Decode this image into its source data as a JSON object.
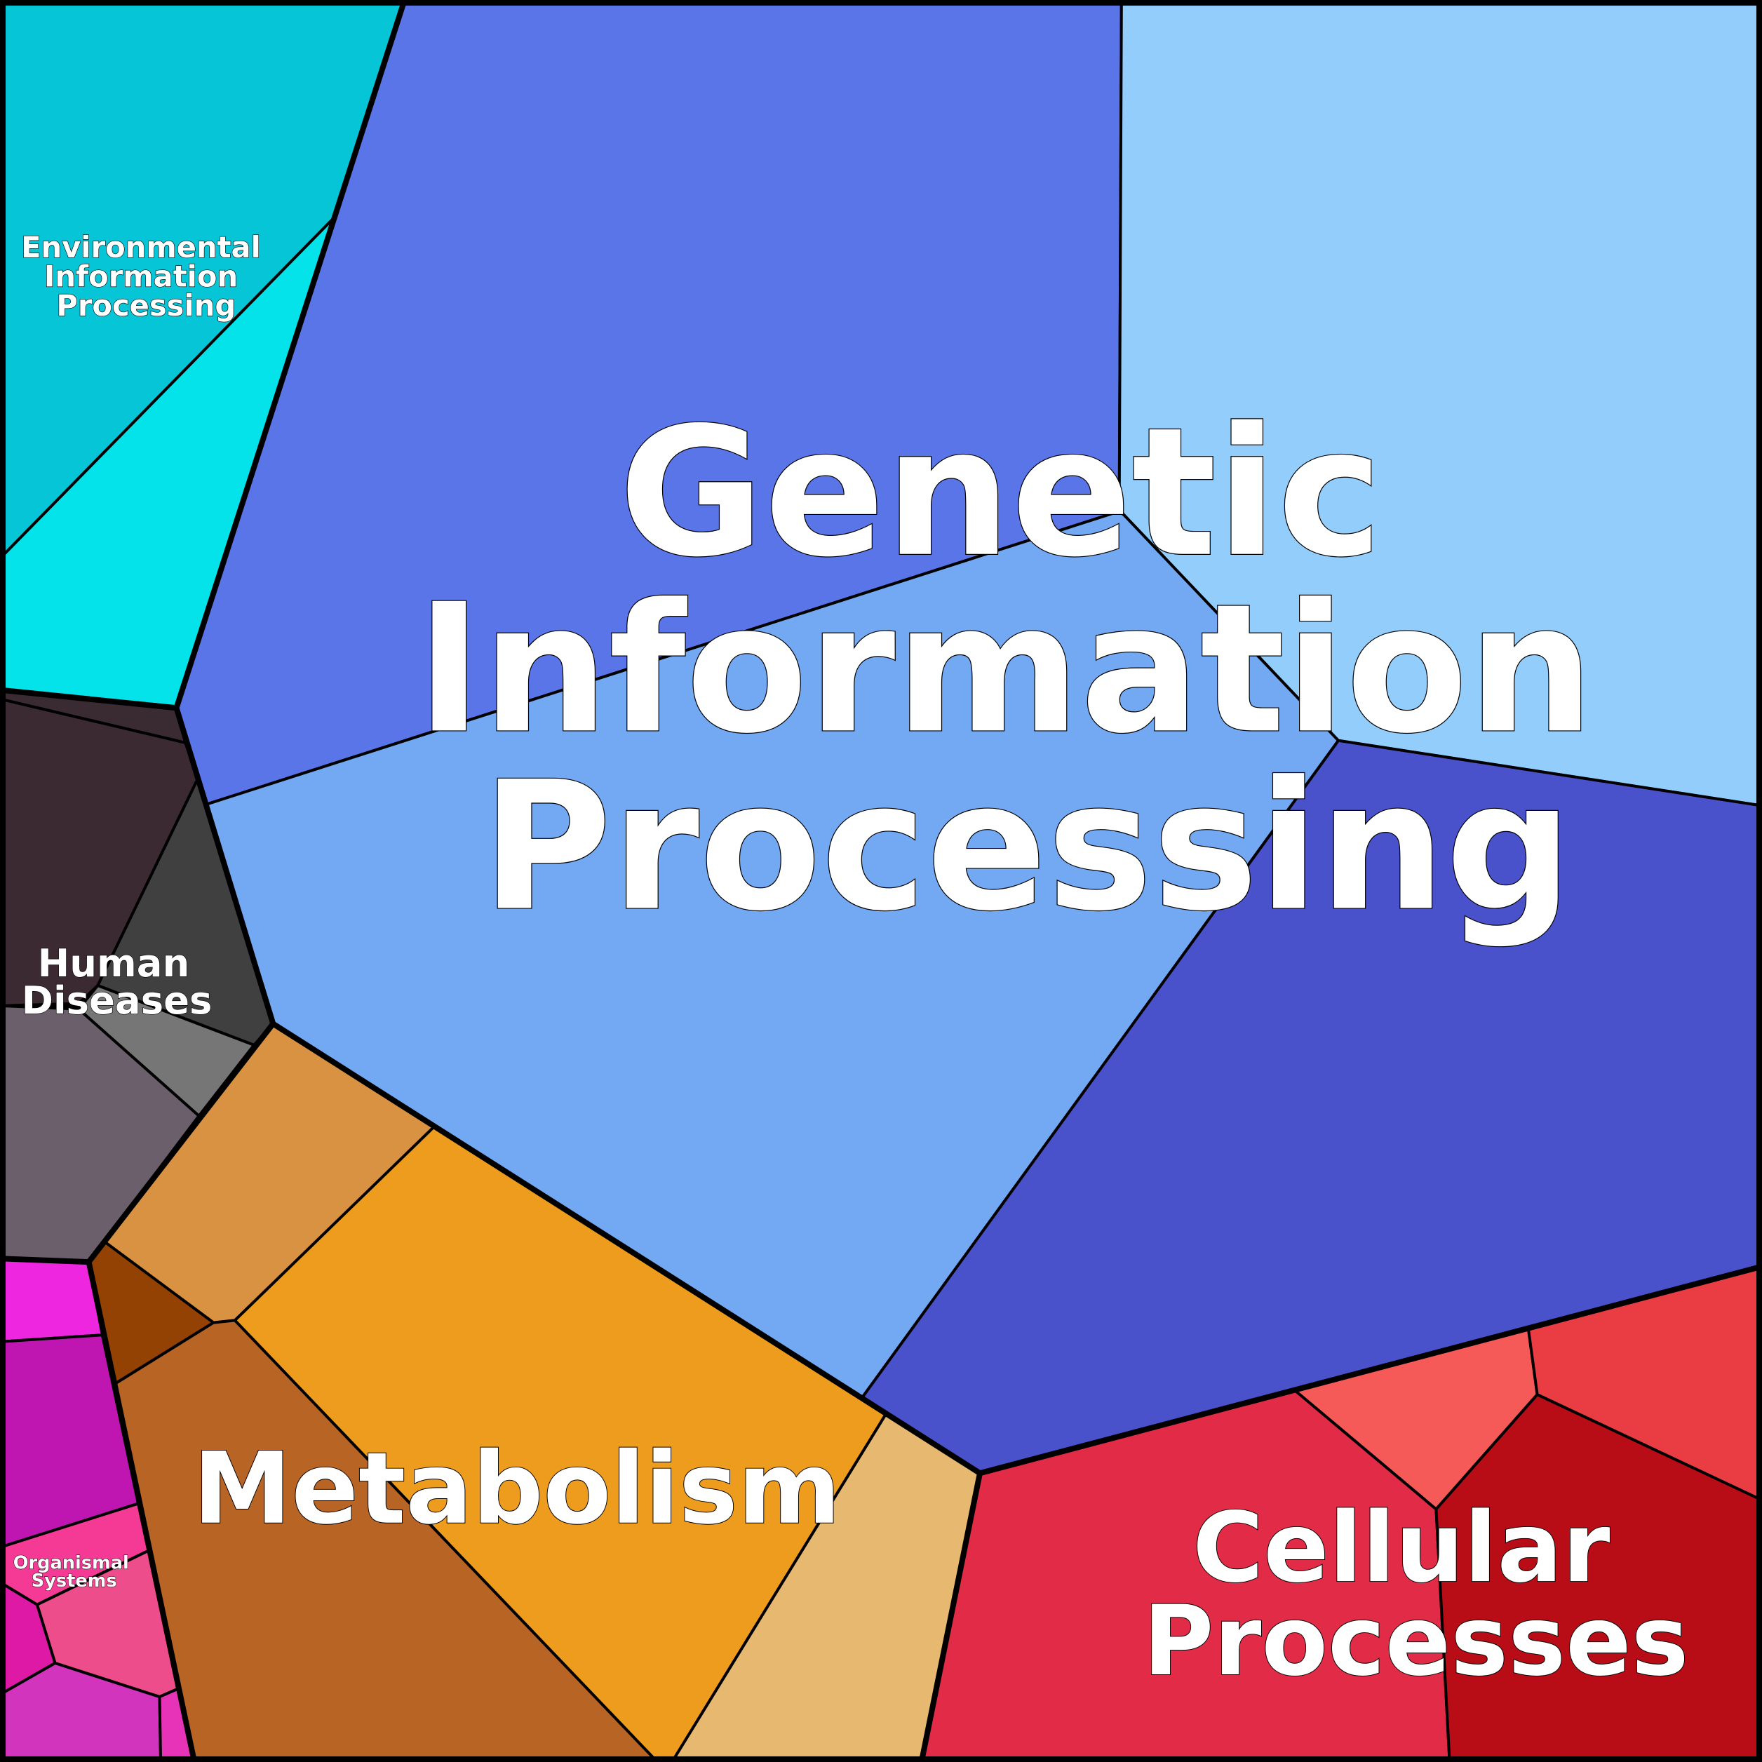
{
  "chart_data": {
    "type": "voronoi-treemap",
    "title": "",
    "groups": [
      {
        "name": "Environmental Information Processing",
        "label_lines": [
          "Environmental",
          "Information",
          "Processing"
        ],
        "colors": [
          "#05c5d6",
          "#05e3ea"
        ]
      },
      {
        "name": "Genetic Information Processing",
        "label_lines": [
          "Genetic",
          "Information",
          "Processing"
        ],
        "colors": [
          "#5a75e8",
          "#93cdfc",
          "#72a9f2",
          "#4a52cb"
        ]
      },
      {
        "name": "Human Diseases",
        "label_lines": [
          "Human",
          "Diseases"
        ],
        "colors": [
          "#3a2a32",
          "#3c2a33",
          "#404040",
          "#767676",
          "#6b5f6c"
        ]
      },
      {
        "name": "Metabolism",
        "label_lines": [
          "Metabolism"
        ],
        "colors": [
          "#d99142",
          "#ed9c1e",
          "#e7b870",
          "#934203",
          "#b86424"
        ]
      },
      {
        "name": "Cellular Processes",
        "label_lines": [
          "Cellular",
          "Processes"
        ],
        "colors": [
          "#e22b47",
          "#f55a58",
          "#ea3c43",
          "#b80d16"
        ]
      },
      {
        "name": "Organismal Systems",
        "label_lines": [
          "Organismal",
          "Systems"
        ],
        "colors": [
          "#ee26e0",
          "#bf16b2",
          "#f53a96",
          "#ee4d8c",
          "#de19a5",
          "#d334bd",
          "#e733b8"
        ]
      }
    ]
  }
}
